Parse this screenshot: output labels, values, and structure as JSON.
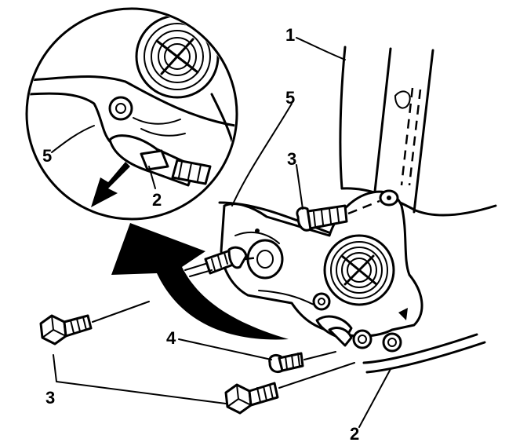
{
  "callouts": {
    "c1": "1",
    "c2_detail": "2",
    "c2_main": "2",
    "c3_upper": "3",
    "c3_lower": "3",
    "c4": "4",
    "c5_detail": "5",
    "c5_main": "5"
  }
}
